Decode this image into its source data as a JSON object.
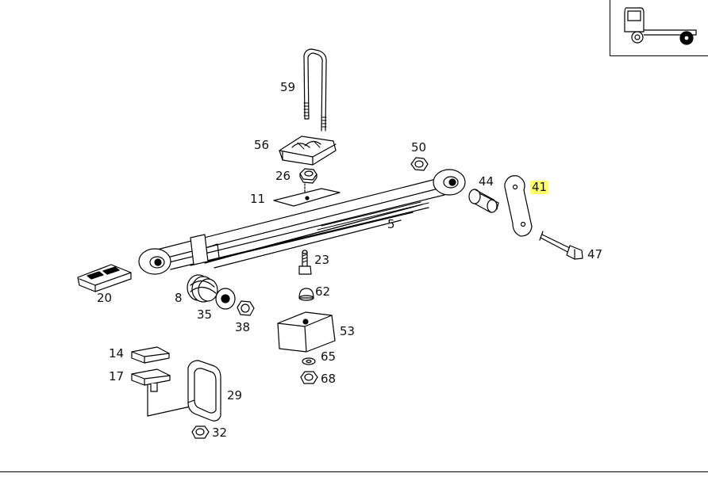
{
  "colors": {
    "highlight": "#ffff66",
    "ink": "#000000",
    "background": "#ffffff"
  },
  "inset": {
    "icon": "truck-rear-axle-icon"
  },
  "callouts": {
    "p59": "59",
    "p56": "56",
    "p26": "26",
    "p50": "50",
    "p11": "11",
    "p44": "44",
    "p41": "41",
    "p5": "5",
    "p47": "47",
    "p23": "23",
    "p20": "20",
    "p8": "8",
    "p62": "62",
    "p35": "35",
    "p38": "38",
    "p53": "53",
    "p14": "14",
    "p65": "65",
    "p17": "17",
    "p68": "68",
    "p29": "29",
    "p32": "32"
  },
  "highlighted_part": "41"
}
